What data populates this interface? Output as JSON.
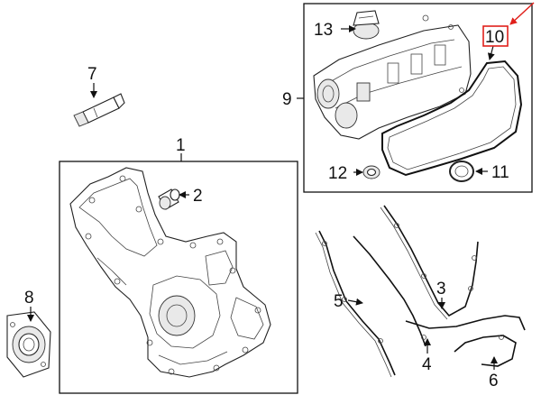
{
  "callouts": {
    "c1": "1",
    "c2": "2",
    "c3": "3",
    "c4": "4",
    "c5": "5",
    "c6": "6",
    "c7": "7",
    "c8": "8",
    "c9": "9",
    "c10": "10",
    "c11": "11",
    "c12": "12",
    "c13": "13"
  },
  "colors": {
    "line": "#111111",
    "highlight_box": "#e0201b",
    "pointer_arrow": "#e0201b"
  },
  "highlighted_callout": "10"
}
